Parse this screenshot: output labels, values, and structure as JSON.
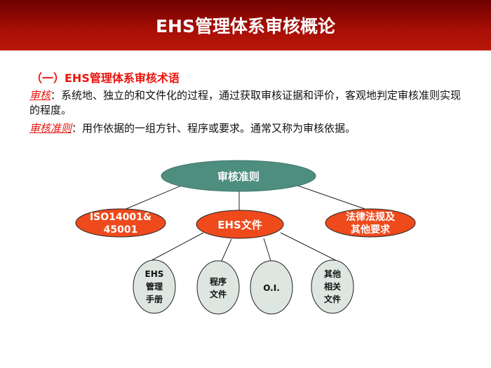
{
  "header": {
    "title": "EHS管理体系审核概论"
  },
  "section": {
    "heading": "（一）EHS管理体系审核术语"
  },
  "definitions": [
    {
      "term": "审核",
      "text": "：系统地、独立的和文件化的过程，通过获取审核证据和评价，客观地判定审核准则实现的程度。"
    },
    {
      "term": "审核准则",
      "text": "：用作依据的一组方针、程序或要求。通常又称为审核依据。"
    }
  ],
  "diagram": {
    "root": "审核准则",
    "level2": [
      {
        "lines": [
          "ISO14001&",
          "45001"
        ]
      },
      {
        "lines": [
          "EHS文件"
        ]
      },
      {
        "lines": [
          "法律法规及",
          "其他要求"
        ]
      }
    ],
    "level3": [
      {
        "lines": [
          "EHS",
          "管理",
          "手册"
        ]
      },
      {
        "lines": [
          "程序",
          "文件"
        ]
      },
      {
        "lines": [
          "O.I."
        ]
      },
      {
        "lines": [
          "其他",
          "相关",
          "文件"
        ]
      }
    ],
    "colors": {
      "root": "#4e8e7f",
      "level2": "#ef4a1c",
      "level3": "#dde6e0",
      "header": "#a80f06",
      "accent": "#e8140c"
    }
  }
}
